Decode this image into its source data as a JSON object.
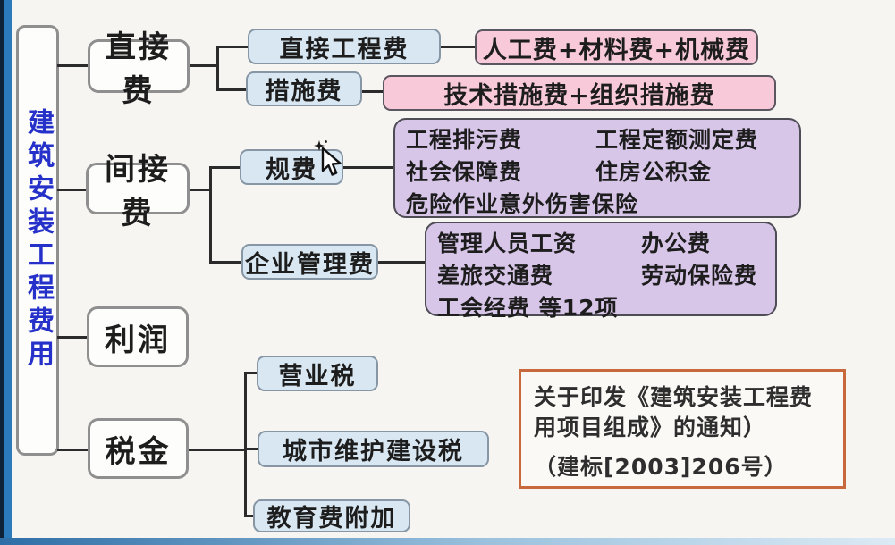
{
  "root": {
    "label": "建筑安装工程费用"
  },
  "level1": {
    "zhijiefei": "直接费",
    "jianjiefei": "间接费",
    "lirun": "利润",
    "shuijin": "税金"
  },
  "level2": {
    "zhijie_gongchengfei": "直接工程费",
    "cuoshifei": "措施费",
    "guifei": "规费",
    "qiye_guanlifei": "企业管理费",
    "yingyeshui": "营业税",
    "chengshi_weihu_jianshe_shui": "城市维护建设税",
    "jiaoyufei_fujia": "教育费附加"
  },
  "level3": {
    "rengong_cailiao_jixie": "人工费+材料费+机械费",
    "jishu_zuzhi_cuoshi": "技术措施费+组织措施费"
  },
  "guifei_detail": {
    "rows": [
      [
        "工程排污费",
        "工程定额测定费"
      ],
      [
        "社会保障费",
        "住房公积金"
      ],
      [
        "危险作业意外伤害保险"
      ]
    ]
  },
  "guanlifei_detail": {
    "rows": [
      [
        "管理人员工资",
        "办公费"
      ],
      [
        "差旅交通费",
        "劳动保险费"
      ],
      [
        "工会经费 等12项"
      ]
    ]
  },
  "notice": {
    "line1": "关于印发《建筑安装工程费用项目组成》的通知）",
    "line2": "（建标[2003]206号）"
  },
  "cursor": {
    "icon": "mouse-pointer-icon"
  },
  "colors": {
    "root_text": "#2531c8",
    "blue_node_bg": "#d8e7f2",
    "pink_node_bg": "#f8c9d9",
    "purple_box_bg": "#d8c6e9",
    "white_node_bg": "#fdfdfb",
    "notice_border": "#c7693d",
    "connector": "#2b2b2b",
    "frame_strip": "#2b7abc"
  }
}
